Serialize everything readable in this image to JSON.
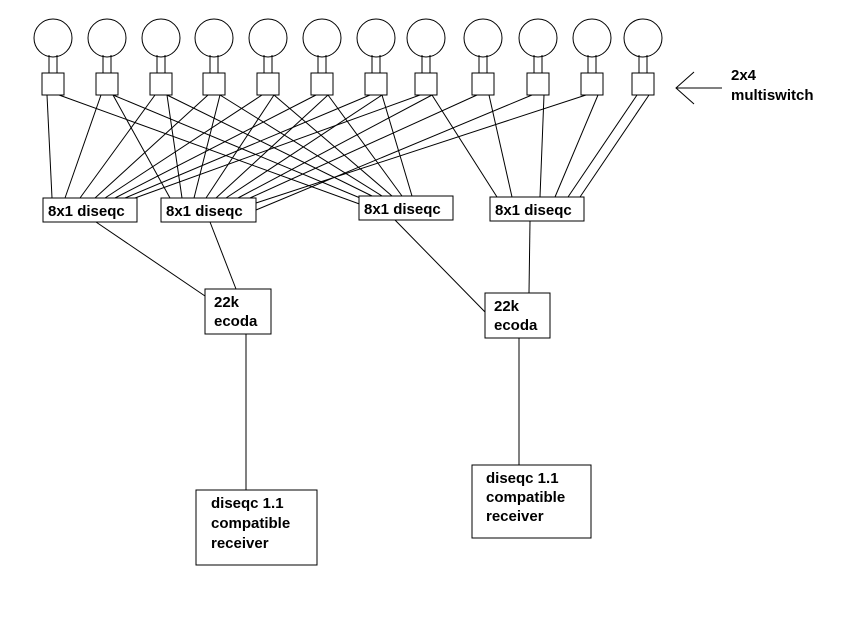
{
  "dishes": [
    "dish-1",
    "dish-2",
    "dish-3",
    "dish-4",
    "dish-5",
    "dish-6",
    "dish-7",
    "dish-8",
    "dish-9",
    "dish-10",
    "dish-11",
    "dish-12"
  ],
  "multiswitch": {
    "label_line1": "2x4",
    "label_line2": "multiswitch"
  },
  "diseqc_switches": [
    "8x1 diseqc",
    "8x1 diseqc",
    "8x1 diseqc",
    "8x1 diseqc"
  ],
  "ecoda": [
    {
      "line1": "22k",
      "line2": "ecoda"
    },
    {
      "line1": "22k",
      "line2": "ecoda"
    }
  ],
  "receivers": [
    {
      "line1": "diseqc 1.1",
      "line2": "compatible",
      "line3": "receiver"
    },
    {
      "line1": "diseqc 1.1",
      "line2": "compatible",
      "line3": "receiver"
    }
  ]
}
